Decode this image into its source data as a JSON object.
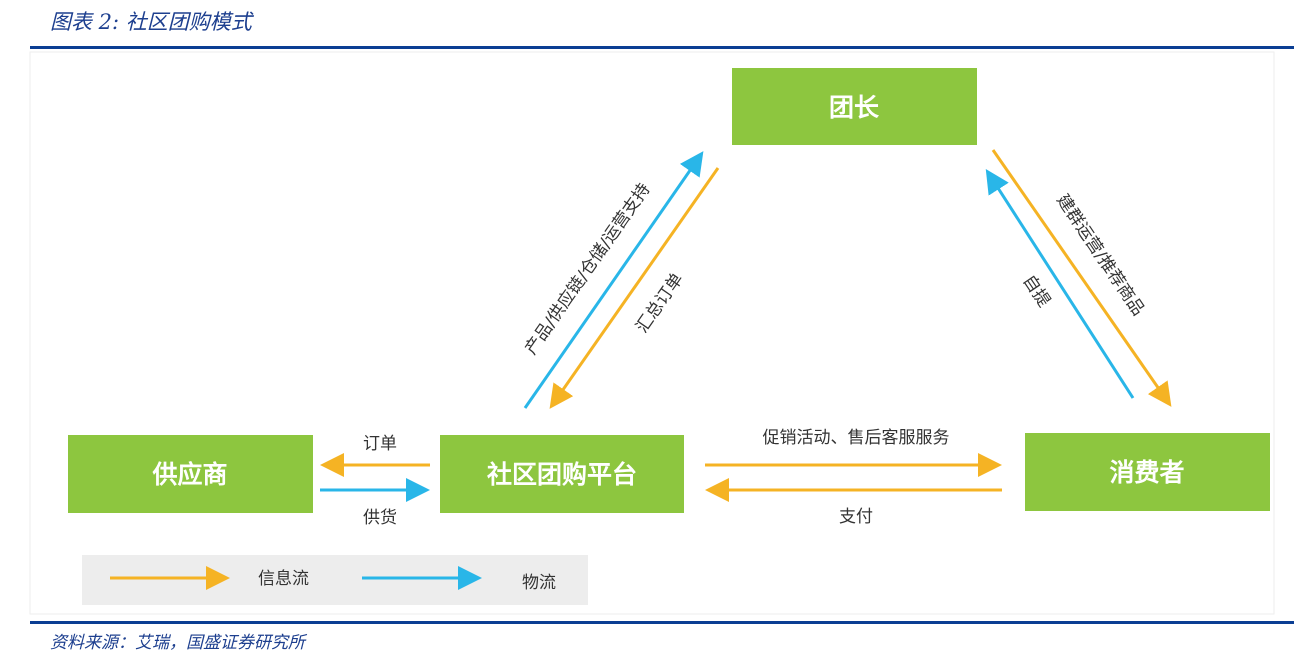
{
  "title": "图表 2:  社区团购模式",
  "source": "资料来源：艾瑞，国盛证券研究所",
  "nodes": {
    "leader": "团长",
    "supplier": "供应商",
    "platform": "社区团购平台",
    "consumer": "消费者"
  },
  "edges": {
    "platform_to_leader": "产品/供应链/仓储/运营支持",
    "leader_to_platform": "汇总订单",
    "leader_to_consumer": "建群运营/推荐商品",
    "consumer_to_leader": "自提",
    "platform_to_supplier": "订单",
    "supplier_to_platform": "供货",
    "platform_to_consumer": "促销活动、售后客服服务",
    "consumer_to_platform": "支付"
  },
  "legend": {
    "info_flow": "信息流",
    "logistics": "物流"
  },
  "colors": {
    "node": "#8dc63f",
    "info_flow": "#f5b324",
    "logistics": "#29b6e8",
    "accent": "#0a3e93"
  }
}
